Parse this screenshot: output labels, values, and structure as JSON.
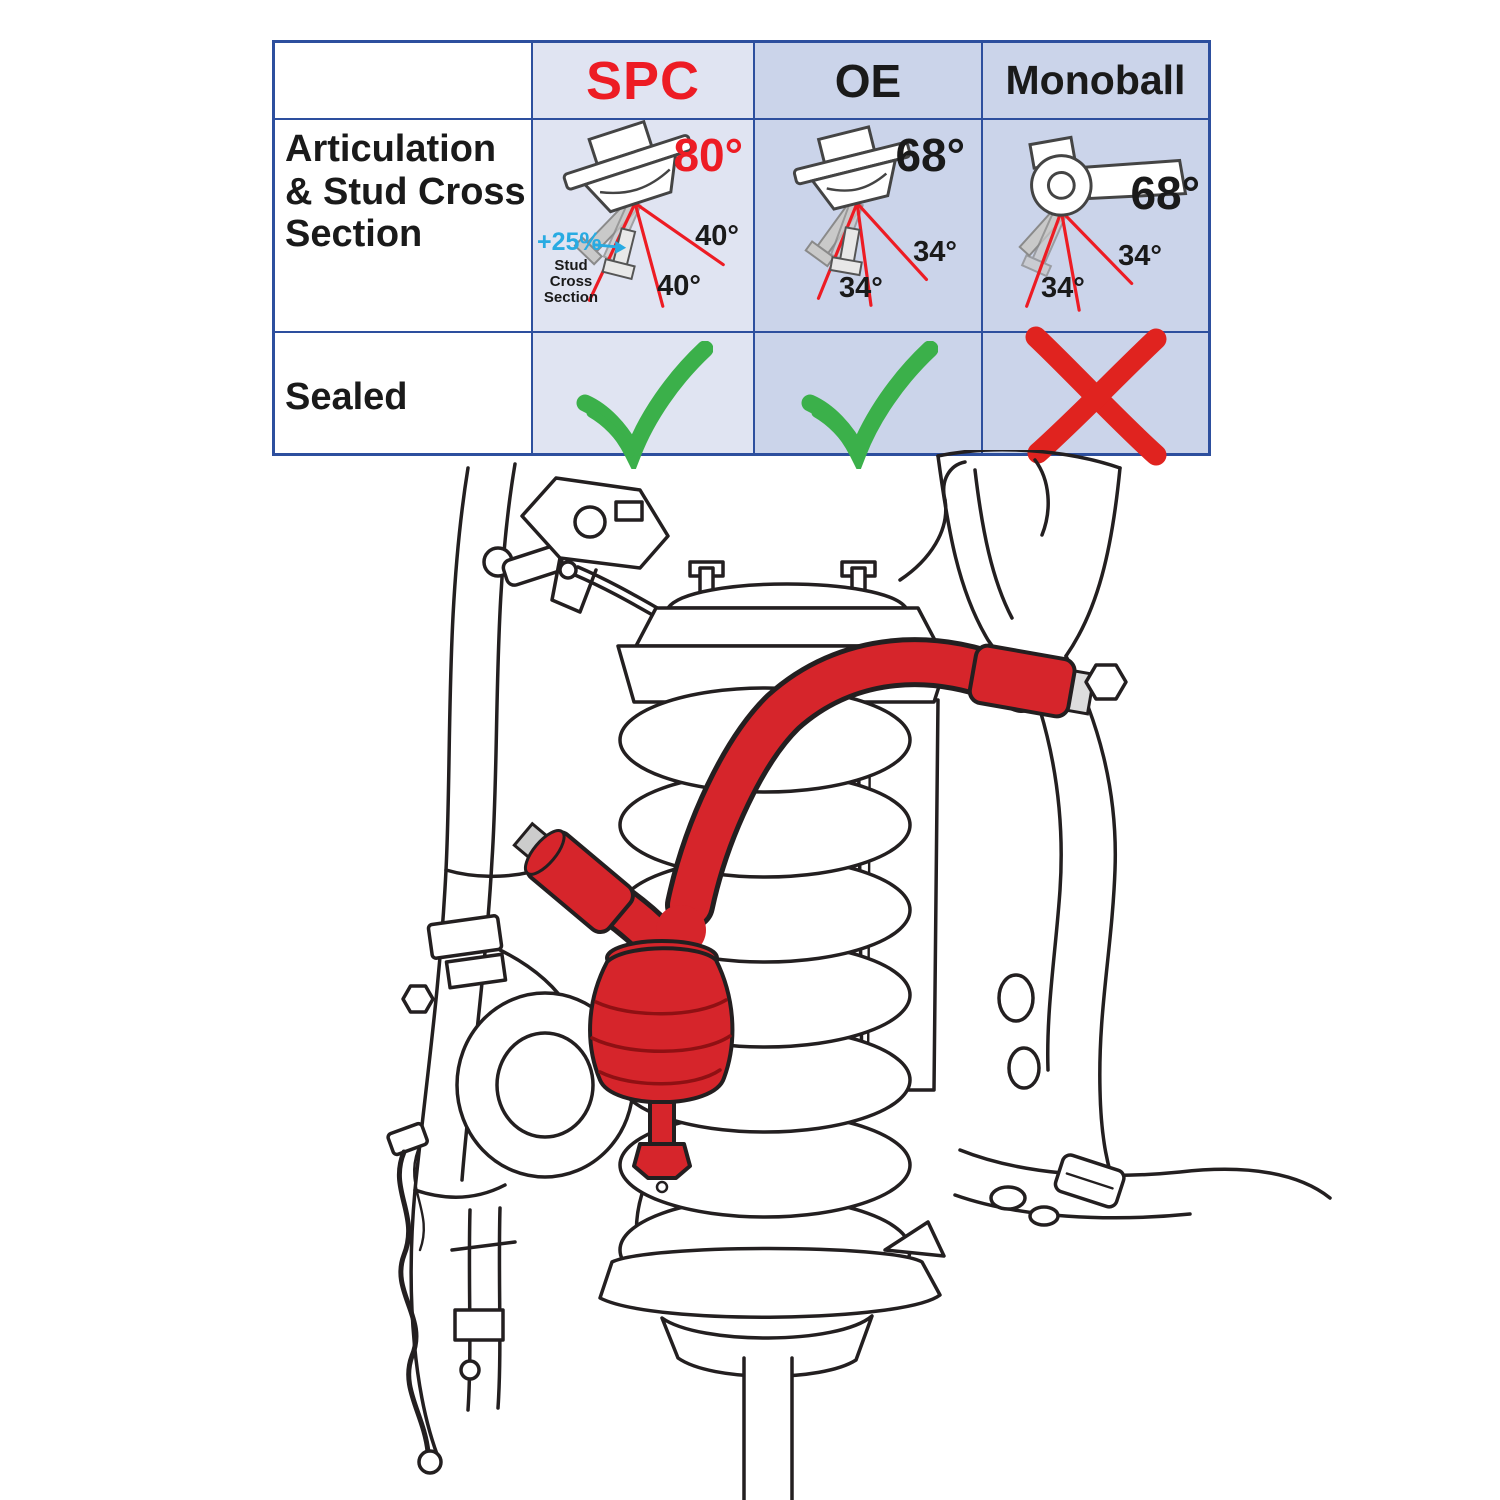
{
  "table": {
    "header": {
      "spc": "SPC",
      "oe": "OE",
      "monoball": "Monoball"
    },
    "articulation": {
      "label": "Articulation & Stud Cross Section",
      "spc": {
        "total": "80°",
        "angle1": "40°",
        "angle2": "40°",
        "stud_gain": "+25%",
        "stud_note_1": "Stud",
        "stud_note_2": "Cross",
        "stud_note_3": "Section"
      },
      "oe": {
        "total": "68°",
        "angle1": "34°",
        "angle2": "34°"
      },
      "monoball": {
        "total": "68°",
        "angle1": "34°",
        "angle2": "34°"
      }
    },
    "sealed": {
      "label": "Sealed",
      "spc": "yes",
      "oe": "yes",
      "monoball": "no"
    }
  },
  "colors": {
    "accent_red": "#ed1c24",
    "check_green": "#3bb04a",
    "cross_red": "#e0231f",
    "stud_blue": "#29abe2",
    "table_border": "#2d4f9e",
    "arm_red": "#d6252b"
  }
}
